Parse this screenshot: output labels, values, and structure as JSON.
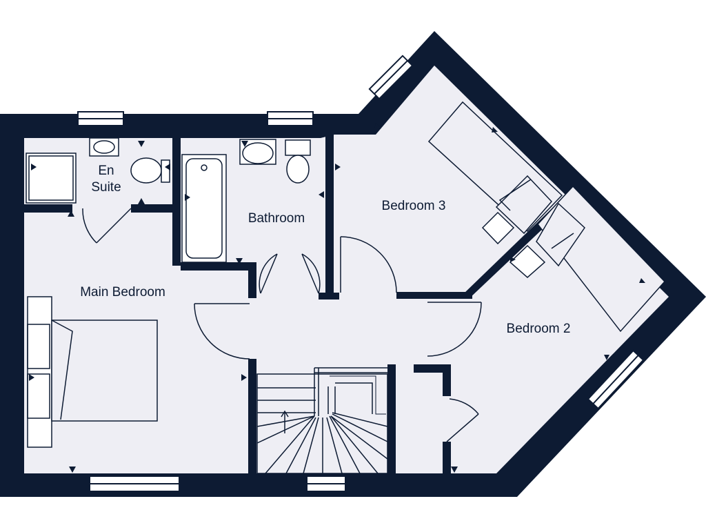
{
  "colors": {
    "wall": "#0d1b33",
    "floor": "#eeeef4",
    "line": "#0d1b33",
    "window_fill": "#ffffff",
    "background": "#ffffff"
  },
  "rooms": {
    "en_suite_line1": "En",
    "en_suite_line2": "Suite",
    "bathroom": "Bathroom",
    "bedroom3": "Bedroom 3",
    "main_bedroom": "Main Bedroom",
    "bedroom2": "Bedroom 2"
  },
  "icons": [
    "triangle-marker-icon",
    "stair-arrow-icon"
  ]
}
